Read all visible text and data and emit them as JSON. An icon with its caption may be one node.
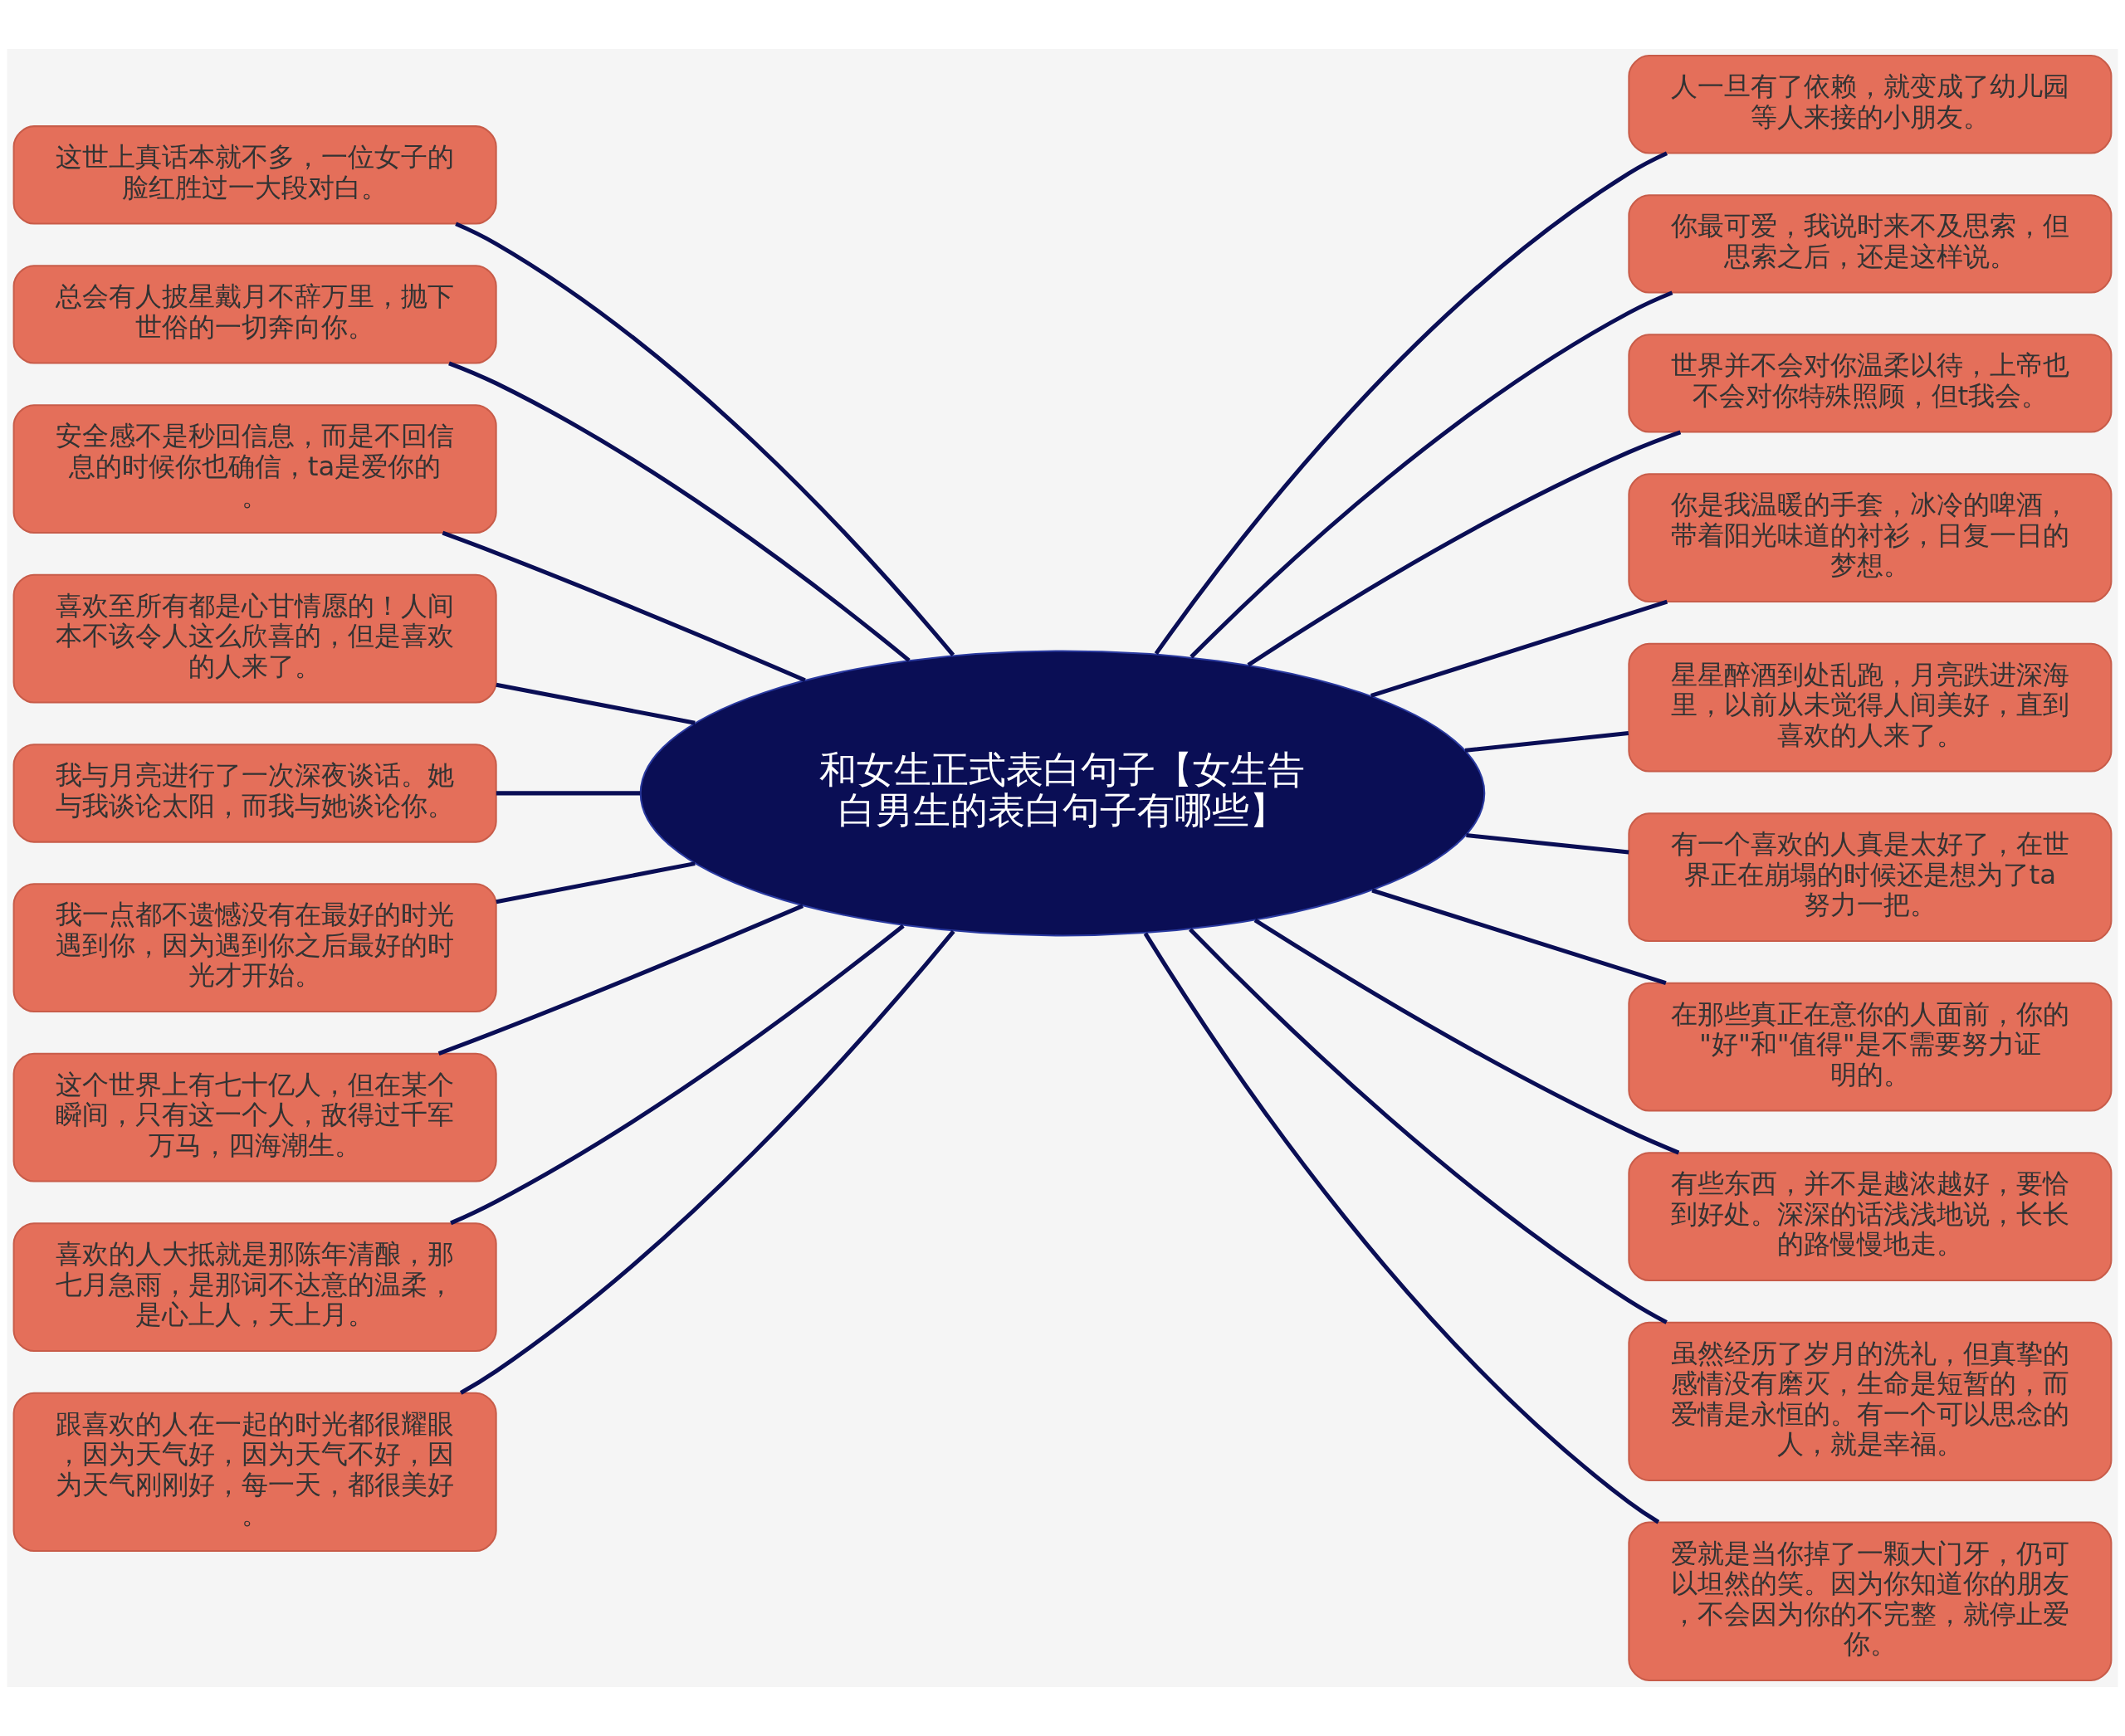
{
  "diagram": {
    "nodes": [
      {
        "text": [
          "和女生正式表白句子【女生告白男生的表白句子有哪些】"
        ]
      },
      {
        "text": [
          "这世上真话本就不多，一位女子的脸红胜过一大段对白。"
        ]
      },
      {
        "text": [
          "总会有人披星戴月不辞万里，抛下世俗的一切奔向你。"
        ]
      },
      {
        "text": [
          "安全感不是秒回信息，而是不回信息的时候你也确信，ta是爱你的。"
        ]
      },
      {
        "text": [
          "喜欢至所有都是心甘情愿的！人间本不该令人这么欣喜的，但是喜欢的人来了。"
        ]
      },
      {
        "text": [
          "我与月亮进行了一次深夜谈话。她与我谈论太阳，而我与她谈论你。"
        ]
      },
      {
        "text": [
          "我一点都不遗憾没有在最好的时光遇到你，因为遇到你之后最好的时光才开始。"
        ]
      },
      {
        "text": [
          "这个世界上有七十亿人，但在某个瞬间，只有这一个人，敌得过千军万马，四海潮生。"
        ]
      },
      {
        "text": [
          "喜欢的人大抵就是那陈年清酿，那七月急雨，是那词不达意的温柔，是心上人，天上月。"
        ]
      },
      {
        "text": [
          "跟喜欢的人在一起的时光都很耀眼，因为天气好，因为天气不好，因为天气刚刚好，每一天，都很美好。"
        ]
      },
      {
        "text": [
          "人一旦有了依赖，就变成了幼儿园等人来接的小朋友。"
        ]
      },
      {
        "text": [
          "你最可爱，我说时来不及思索，但思索之后，还是这样说。"
        ]
      },
      {
        "text": [
          "世界并不会对你温柔以待，上帝也不会对你特殊照顾，但t我会。"
        ]
      },
      {
        "text": [
          "你是我温暖的手套，冰冷的啤酒，带着阳光味道的衬衫，日复一日的梦想。"
        ]
      },
      {
        "text": [
          "星星醉酒到处乱跑，月亮跌进深海里，以前从未觉得人间美好，直到喜欢的人来了。"
        ]
      },
      {
        "text": [
          "有一个喜欢的人真是太好了，在世界正在崩塌的时候还是想为了ta努力一把。"
        ]
      },
      {
        "text": [
          "在那些真正在意你的人面前，你的\"好\"和\"值得\"是不需要努力证明的。"
        ]
      },
      {
        "text": [
          "有些东西，并不是越浓越好，要恰到好处。深深的话浅浅地说，长长的路慢慢地走。"
        ]
      },
      {
        "text": [
          "虽然经历了岁月的洗礼，但真挚的感情没有磨灭，生命是短暂的，而爱情是永恒的。有一个可以思念的人，就是幸福。"
        ]
      },
      {
        "text": [
          "爱就是当你掉了一颗大门牙，仍可以坦然的笑。因为你知道你的朋友，不会因为你的不完整，就停止爱你。"
        ]
      }
    ],
    "edges": [
      {
        "from": 0,
        "to": 1,
        "arrow": "none"
      },
      {
        "from": 0,
        "to": 2,
        "arrow": "none"
      },
      {
        "from": 0,
        "to": 3,
        "arrow": "none"
      },
      {
        "from": 0,
        "to": 4,
        "arrow": "none"
      },
      {
        "from": 0,
        "to": 5,
        "arrow": "none"
      },
      {
        "from": 0,
        "to": 6,
        "arrow": "none"
      },
      {
        "from": 0,
        "to": 7,
        "arrow": "none"
      },
      {
        "from": 0,
        "to": 8,
        "arrow": "none"
      },
      {
        "from": 0,
        "to": 9,
        "arrow": "none"
      },
      {
        "from": 0,
        "to": 10,
        "arrow": "none"
      },
      {
        "from": 0,
        "to": 11,
        "arrow": "none"
      },
      {
        "from": 0,
        "to": 12,
        "arrow": "none"
      },
      {
        "from": 0,
        "to": 13,
        "arrow": "none"
      },
      {
        "from": 0,
        "to": 14,
        "arrow": "none"
      },
      {
        "from": 0,
        "to": 15,
        "arrow": "none"
      },
      {
        "from": 0,
        "to": 16,
        "arrow": "none"
      },
      {
        "from": 0,
        "to": 17,
        "arrow": "none"
      },
      {
        "from": 0,
        "to": 18,
        "arrow": "none"
      },
      {
        "from": 0,
        "to": 19,
        "arrow": "none"
      }
    ]
  }
}
